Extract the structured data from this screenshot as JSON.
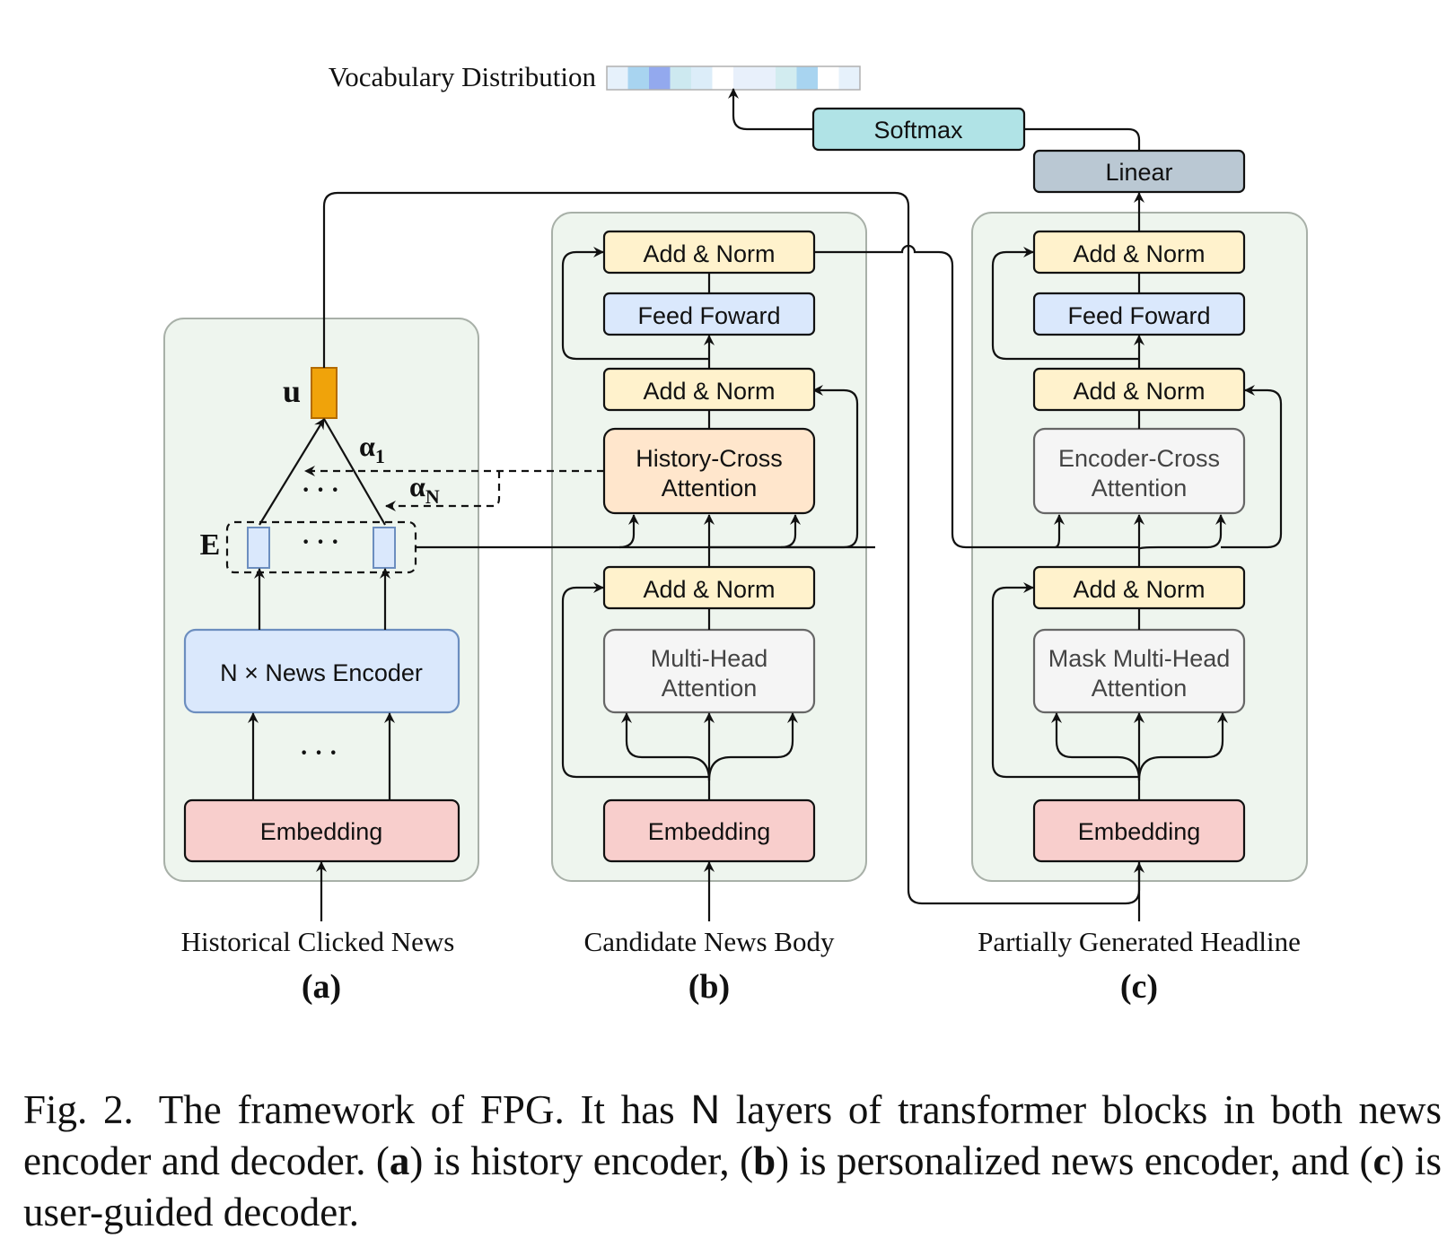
{
  "top": {
    "vocab_label": "Vocabulary Distribution",
    "softmax": "Softmax",
    "linear": "Linear"
  },
  "vocab_colors": [
    "#e6f1fb",
    "#a8d4f0",
    "#93a9ee",
    "#cde9f0",
    "#dcedf9",
    "#ffffff",
    "#e8f0fb",
    "#e8f0fb",
    "#d2ecf0",
    "#a8d4f0",
    "#ffffff",
    "#e6f1fb"
  ],
  "panel_a": {
    "u": "u",
    "alpha1": "α",
    "alpha1_sub": "1",
    "alphaN": "α",
    "alphaN_sub": "N",
    "E": "E",
    "dots": "· · ·",
    "news_encoder": "N × News Encoder",
    "embedding": "Embedding",
    "input_label": "Historical Clicked News",
    "tag": "(a)"
  },
  "panel_b": {
    "add_norm_top": "Add & Norm",
    "feed_forward": "Feed Foward",
    "add_norm_mid": "Add & Norm",
    "cross_attention_line1": "History-Cross",
    "cross_attention_line2": "Attention",
    "add_norm_low": "Add & Norm",
    "mha_line1": "Multi-Head",
    "mha_line2": "Attention",
    "embedding": "Embedding",
    "input_label": "Candidate News Body",
    "tag": "(b)"
  },
  "panel_c": {
    "add_norm_top": "Add & Norm",
    "feed_forward": "Feed Foward",
    "add_norm_mid": "Add & Norm",
    "cross_attention_line1": "Encoder-Cross",
    "cross_attention_line2": "Attention",
    "add_norm_low": "Add & Norm",
    "mha_line1": "Mask Multi-Head",
    "mha_line2": "Attention",
    "embedding": "Embedding",
    "input_label": "Partially Generated Headline",
    "tag": "(c)"
  },
  "caption": {
    "label": "Fig. 2.",
    "part1": "The framework of FPG. It has",
    "n": "N",
    "part2": "layers of transformer blocks in both news encoder and decoder. (",
    "a": "a",
    "part3": ") is history encoder, (",
    "b": "b",
    "part4": ") is personalized news encoder, and (",
    "c": "c",
    "part5": ") is user-guided decoder."
  },
  "colors": {
    "panel_bg": "#eef5ee",
    "add_norm": "#fff2cc",
    "feed_forward": "#dae8fc",
    "cross_history": "#ffe6cc",
    "attention_gray": "#f5f5f5",
    "embedding": "#f8cecc",
    "softmax": "#b0e3e6",
    "linear": "#bac8d3",
    "u_vector": "#f0a30a"
  }
}
